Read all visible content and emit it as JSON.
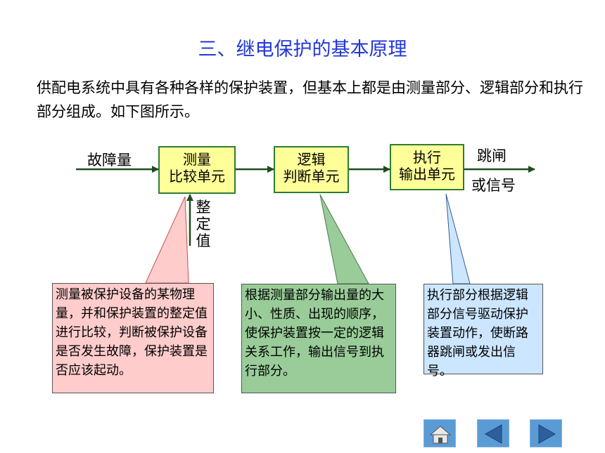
{
  "title": "三、继电保护的基本原理",
  "intro": "供配电系统中具有各种各样的保护装置，但基本上都是由测量部分、逻辑部分和执行部分组成。如下图所示。",
  "diagram": {
    "input_label": "故障量",
    "setting_label": "整定值",
    "output_label_line1": "跳闸",
    "output_label_line2": "或信号",
    "units": [
      {
        "line1": "测量",
        "line2": "比较单元"
      },
      {
        "line1": "逻辑",
        "line2": "判断单元"
      },
      {
        "line1": "执行",
        "line2": "输出单元"
      }
    ]
  },
  "notes": [
    {
      "text": "测量被保护设备的某物理量，并和保护装置的整定值进行比较，判断被保护设备是否发生故障，保护装置是否应该起动。",
      "color": "#ffcccc"
    },
    {
      "text": "根据测量部分输出量的大小、性质、出现的顺序，使保护装置按一定的逻辑关系工作，输出信号到执行部分。",
      "color": "#99cc99"
    },
    {
      "text": "执行部分根据逻辑部分信号驱动保护装置动作，使断路器跳闸或发出信号。",
      "color": "#cce6ff"
    }
  ],
  "nav": {
    "home_icon": "home-icon",
    "prev_icon": "arrow-left-icon",
    "next_icon": "arrow-right-icon"
  }
}
